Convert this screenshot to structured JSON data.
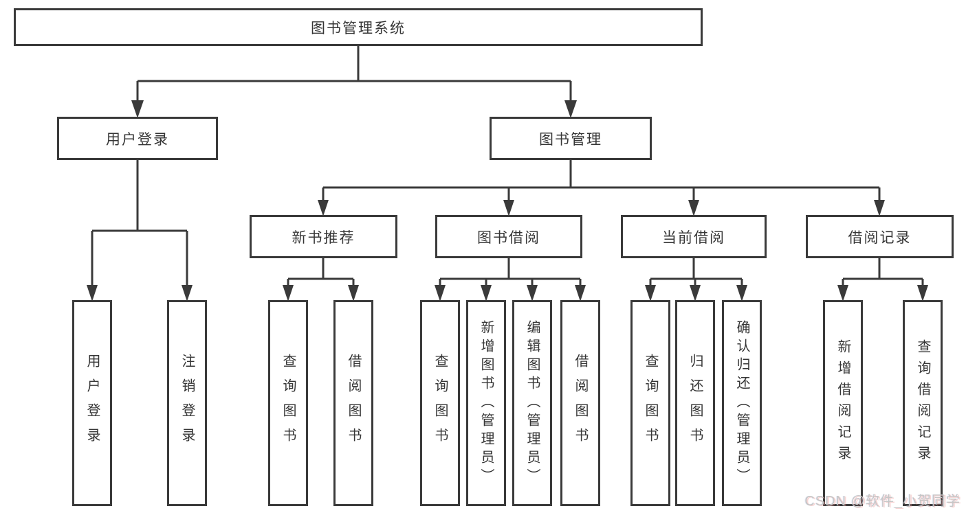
{
  "diagram_title": "图书管理系统",
  "colors": {
    "line": "#3a3a3a",
    "box_border": "#3a3a3a",
    "box_fill": "#ffffff",
    "text": "#363636",
    "background": "#ffffff",
    "watermark": "#c6c6c6"
  },
  "tree": {
    "label": "图书管理系统",
    "children": [
      {
        "label": "用户登录",
        "children": [
          {
            "label": "用户登录"
          },
          {
            "label": "注销登录"
          }
        ]
      },
      {
        "label": "图书管理",
        "children": [
          {
            "label": "新书推荐",
            "children": [
              {
                "label": "查询图书"
              },
              {
                "label": "借阅图书"
              }
            ]
          },
          {
            "label": "图书借阅",
            "children": [
              {
                "label": "查询图书"
              },
              {
                "label": "新增图书（管理员）"
              },
              {
                "label": "编辑图书（管理员）"
              },
              {
                "label": "借阅图书"
              }
            ]
          },
          {
            "label": "当前借阅",
            "children": [
              {
                "label": "查询图书"
              },
              {
                "label": "归还图书"
              },
              {
                "label": "确认归还（管理员）"
              }
            ]
          },
          {
            "label": "借阅记录",
            "children": [
              {
                "label": "新增借阅记录"
              },
              {
                "label": "查询借阅记录"
              }
            ]
          }
        ]
      }
    ]
  },
  "watermark": {
    "text": "CSDN @软件_小贺同学"
  }
}
